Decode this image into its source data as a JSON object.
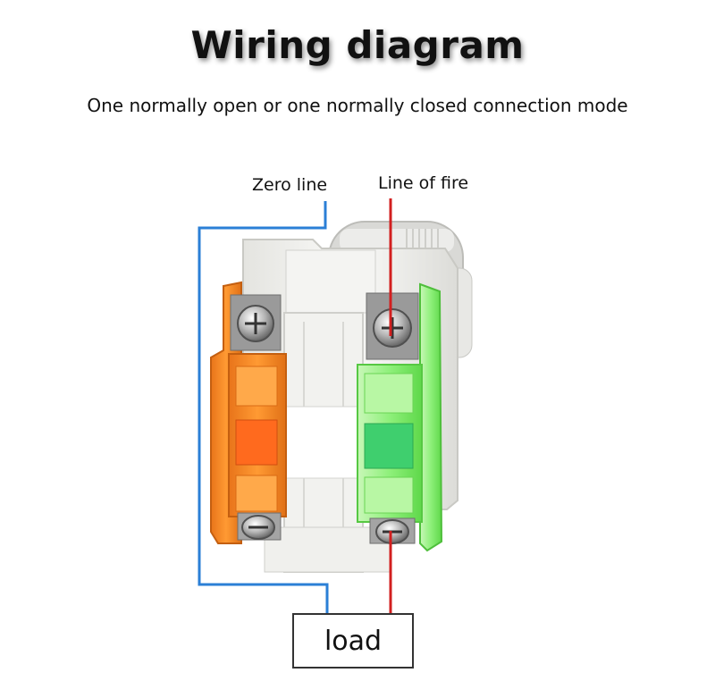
{
  "title": "Wiring diagram",
  "subtitle": "One normally open or one normally closed connection mode",
  "labels": {
    "zero_line": "Zero line",
    "line_of_fire": "Line of fire",
    "load": "load"
  },
  "colors": {
    "zero_wire": "#2b7fd6",
    "fire_wire": "#d21f1f",
    "nc_block": "#f58a1f",
    "no_block": "#8ef07a",
    "switch_body": "#f1f1ee"
  },
  "icons": [
    "screw-terminal-icon"
  ]
}
